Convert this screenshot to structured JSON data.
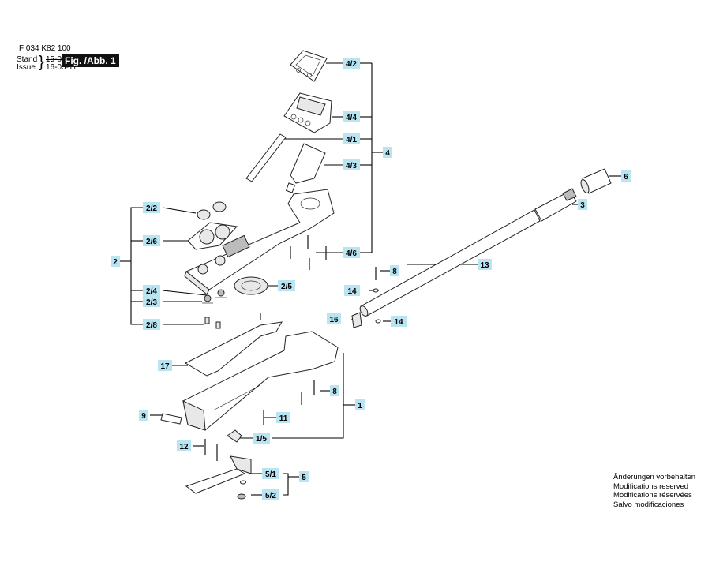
{
  "header": {
    "part_number": "F 034 K82 100",
    "stand_label": "Stand",
    "stand_date": "15-09",
    "issue_label": "Issue",
    "issue_date": "16-03-11",
    "brace": "}",
    "figure_label": "Fig. /Abb. 1"
  },
  "footer_note": [
    "Änderungen vorbehalten",
    "Modifications reserved",
    "Modifications réservées",
    "Salvo modificaciones"
  ],
  "callouts": [
    {
      "id": "4/2",
      "text": "4/2"
    },
    {
      "id": "4/4",
      "text": "4/4"
    },
    {
      "id": "4/1",
      "text": "4/1"
    },
    {
      "id": "4",
      "text": "4"
    },
    {
      "id": "4/3",
      "text": "4/3"
    },
    {
      "id": "4/6",
      "text": "4/6"
    },
    {
      "id": "6",
      "text": "6"
    },
    {
      "id": "3",
      "text": "3"
    },
    {
      "id": "13",
      "text": "13"
    },
    {
      "id": "8a",
      "text": "8"
    },
    {
      "id": "14a",
      "text": "14"
    },
    {
      "id": "16",
      "text": "16"
    },
    {
      "id": "14b",
      "text": "14"
    },
    {
      "id": "2/2",
      "text": "2/2"
    },
    {
      "id": "2/6",
      "text": "2/6"
    },
    {
      "id": "2",
      "text": "2"
    },
    {
      "id": "2/4",
      "text": "2/4"
    },
    {
      "id": "2/5",
      "text": "2/5"
    },
    {
      "id": "2/3",
      "text": "2/3"
    },
    {
      "id": "2/8",
      "text": "2/8"
    },
    {
      "id": "17",
      "text": "17"
    },
    {
      "id": "8b",
      "text": "8"
    },
    {
      "id": "1",
      "text": "1"
    },
    {
      "id": "9",
      "text": "9"
    },
    {
      "id": "11",
      "text": "11"
    },
    {
      "id": "1/5",
      "text": "1/5"
    },
    {
      "id": "12",
      "text": "12"
    },
    {
      "id": "5",
      "text": "5"
    },
    {
      "id": "5/1",
      "text": "5/1"
    },
    {
      "id": "5/2",
      "text": "5/2"
    }
  ],
  "colors": {
    "label_fill": "#b9e4f2",
    "line": "#000000",
    "background": "#ffffff"
  }
}
